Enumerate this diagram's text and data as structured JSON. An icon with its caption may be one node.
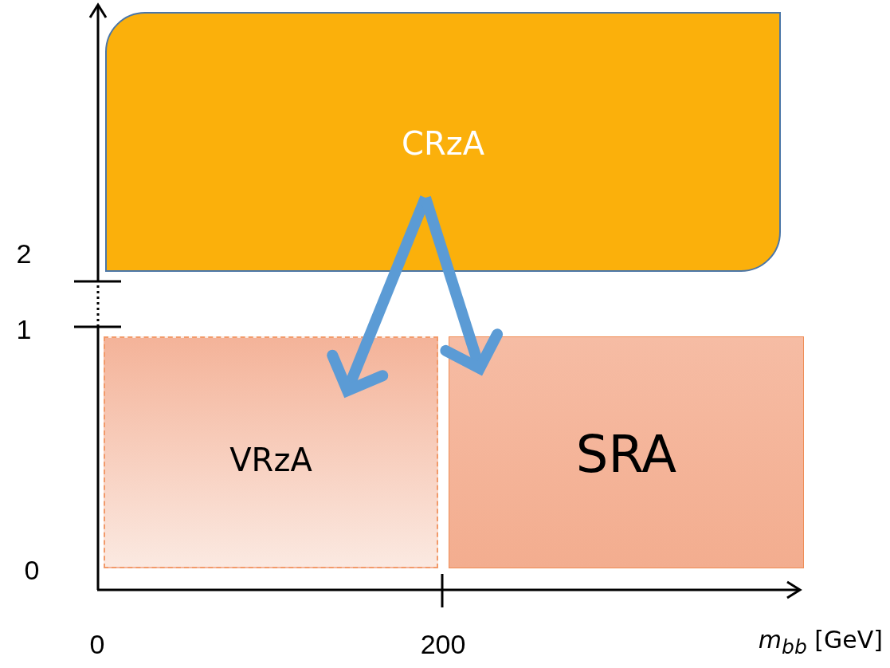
{
  "diagram": {
    "nodes": [
      {
        "text": [
          "CRzA"
        ]
      },
      {
        "text": [
          "VRzA"
        ]
      },
      {
        "text": [
          "SRA"
        ]
      }
    ],
    "edges": [
      {
        "from": 0,
        "to": 1,
        "arrow": "to"
      },
      {
        "from": 0,
        "to": 2,
        "arrow": "to"
      }
    ],
    "labels": [
      "2",
      "1",
      "0",
      "0",
      "200",
      "*m*$_{bb}$ [GeV]"
    ]
  }
}
